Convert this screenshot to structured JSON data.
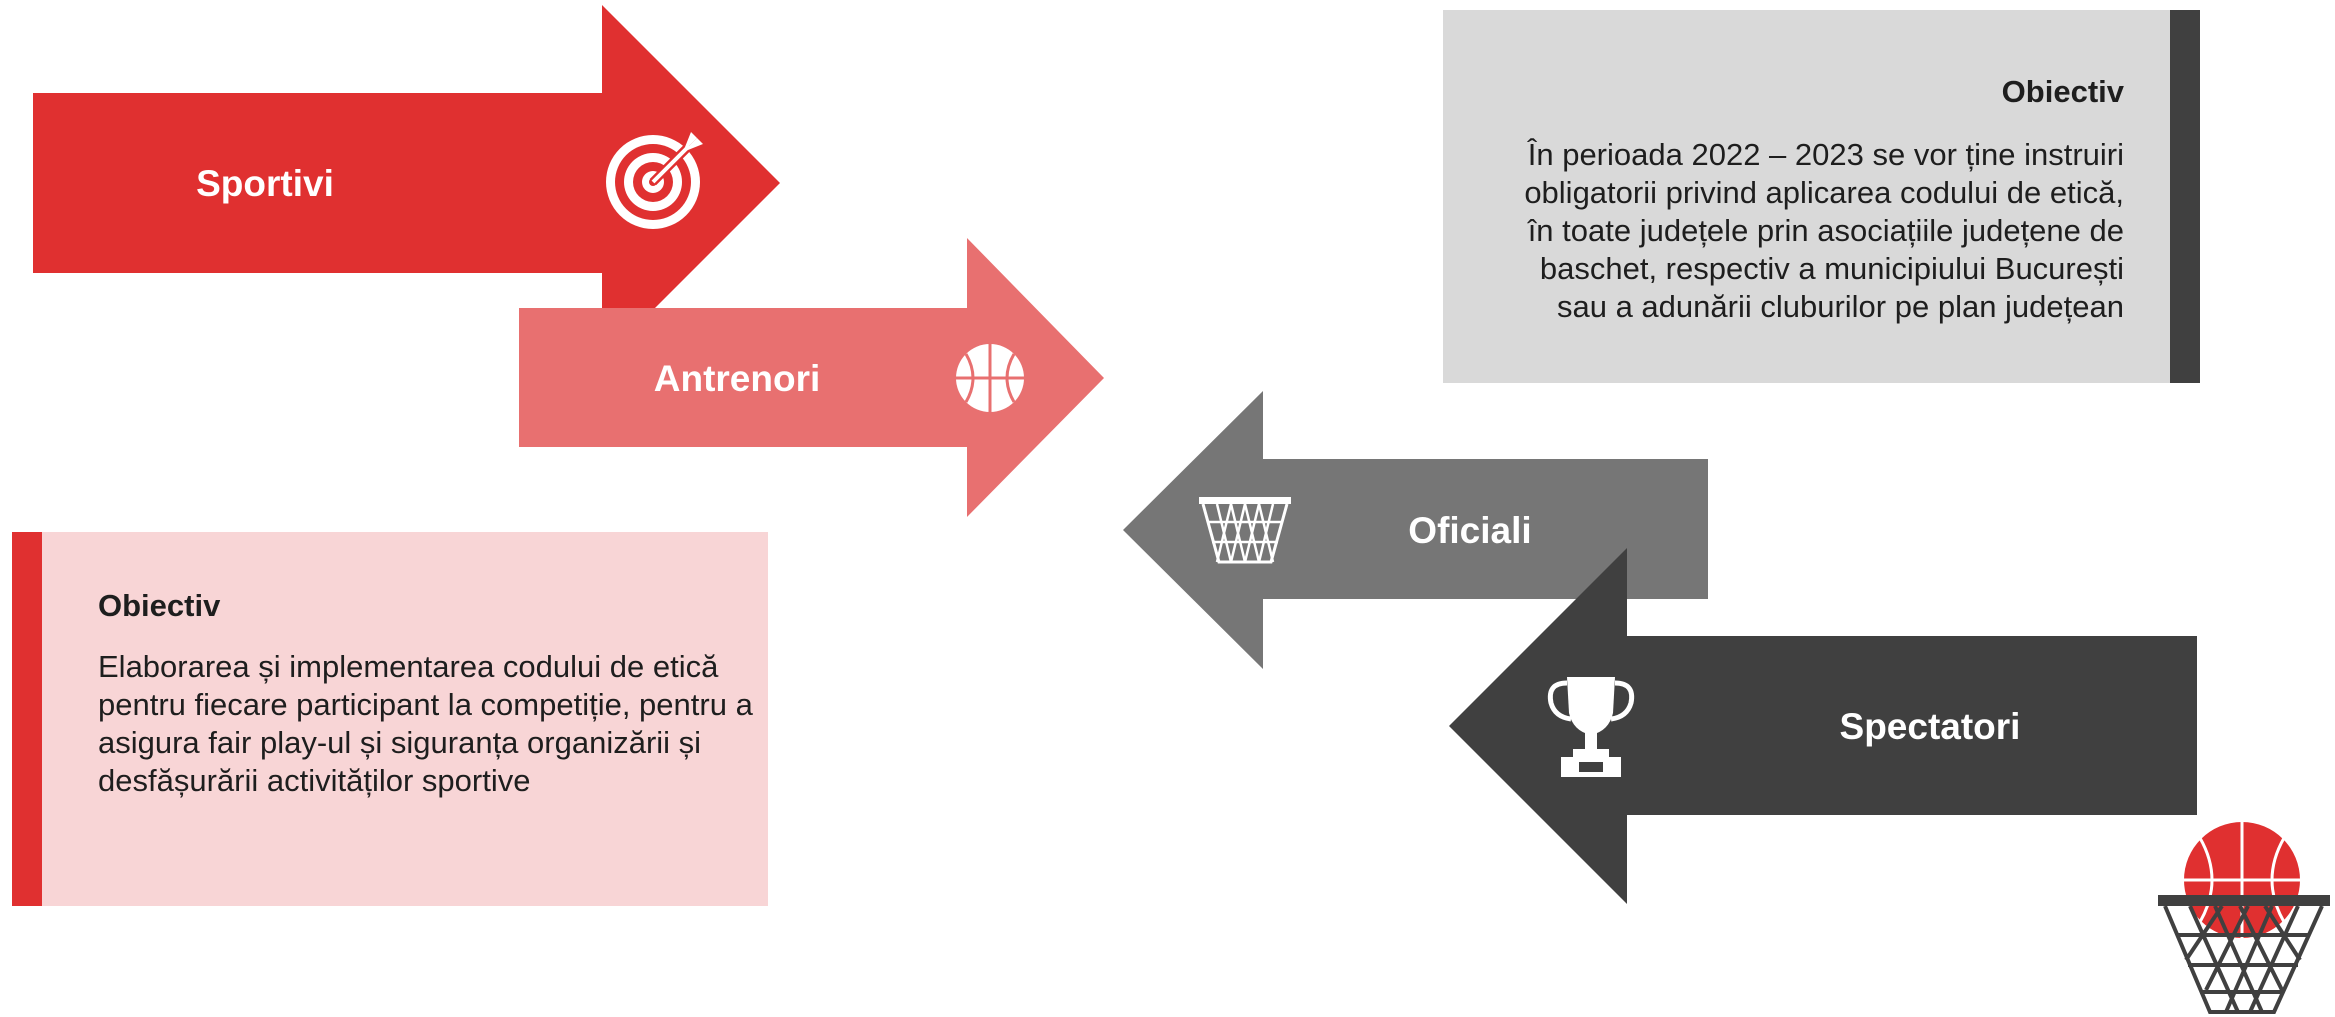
{
  "arrows": [
    {
      "label": "Sportivi",
      "icon": "target-icon",
      "color": "#e03030"
    },
    {
      "label": "Antrenori",
      "icon": "basketball-icon",
      "color": "#e87070"
    },
    {
      "label": "Oficiali",
      "icon": "basketball-net-icon",
      "color": "#767676"
    },
    {
      "label": "Spectatori",
      "icon": "trophy-icon",
      "color": "#404040"
    }
  ],
  "objectives": {
    "left": {
      "title": "Obiectiv",
      "text": "Elaborarea și implementarea codului de etică pentru fiecare participant la competiție, pentru a asigura fair play-ul și siguranța organizării și desfășurării activităților sportive",
      "accent": "#e03030",
      "background": "#f8d5d6"
    },
    "right": {
      "title": "Obiectiv",
      "text": "În perioada 2022 – 2023 se vor ține instruiri obligatorii privind aplicarea codului de etică, în toate județele prin asociațiile județene de baschet, respectiv a municipiului București sau a adunării cluburilor pe plan județean",
      "accent": "#404040",
      "background": "#d9d9d9"
    }
  },
  "decoration": {
    "icon": "ball-in-hoop-icon"
  }
}
